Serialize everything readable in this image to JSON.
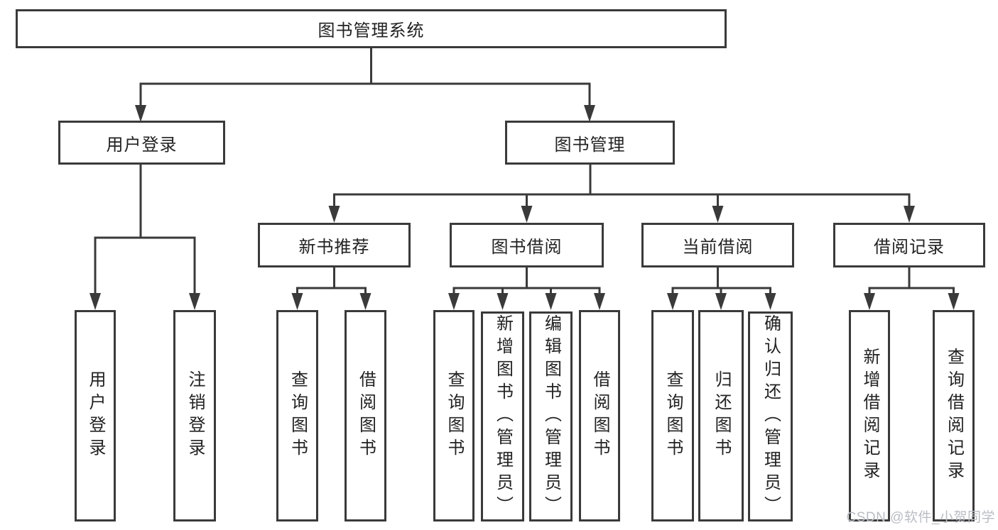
{
  "tree": {
    "root": {
      "label": "图书管理系统"
    },
    "children": [
      {
        "label": "用户登录",
        "children": [
          {
            "label": "用户登录"
          },
          {
            "label": "注销登录"
          }
        ]
      },
      {
        "label": "图书管理",
        "children": [
          {
            "label": "新书推荐",
            "children": [
              {
                "label": "查询图书"
              },
              {
                "label": "借阅图书"
              }
            ]
          },
          {
            "label": "图书借阅",
            "children": [
              {
                "label": "查询图书"
              },
              {
                "label": "新增图书（管理员）"
              },
              {
                "label": "编辑图书（管理员）"
              },
              {
                "label": "借阅图书"
              }
            ]
          },
          {
            "label": "当前借阅",
            "children": [
              {
                "label": "查询图书"
              },
              {
                "label": "归还图书"
              },
              {
                "label": "确认归还（管理员）"
              }
            ]
          },
          {
            "label": "借阅记录",
            "children": [
              {
                "label": "新增借阅记录"
              },
              {
                "label": "查询借阅记录"
              }
            ]
          }
        ]
      }
    ]
  },
  "watermark": {
    "text": "CSDN @软件_小贺同学"
  },
  "colors": {
    "line": "#3a3a3a",
    "text": "#222222",
    "background": "#ffffff",
    "watermark": "#b9bdc3"
  }
}
